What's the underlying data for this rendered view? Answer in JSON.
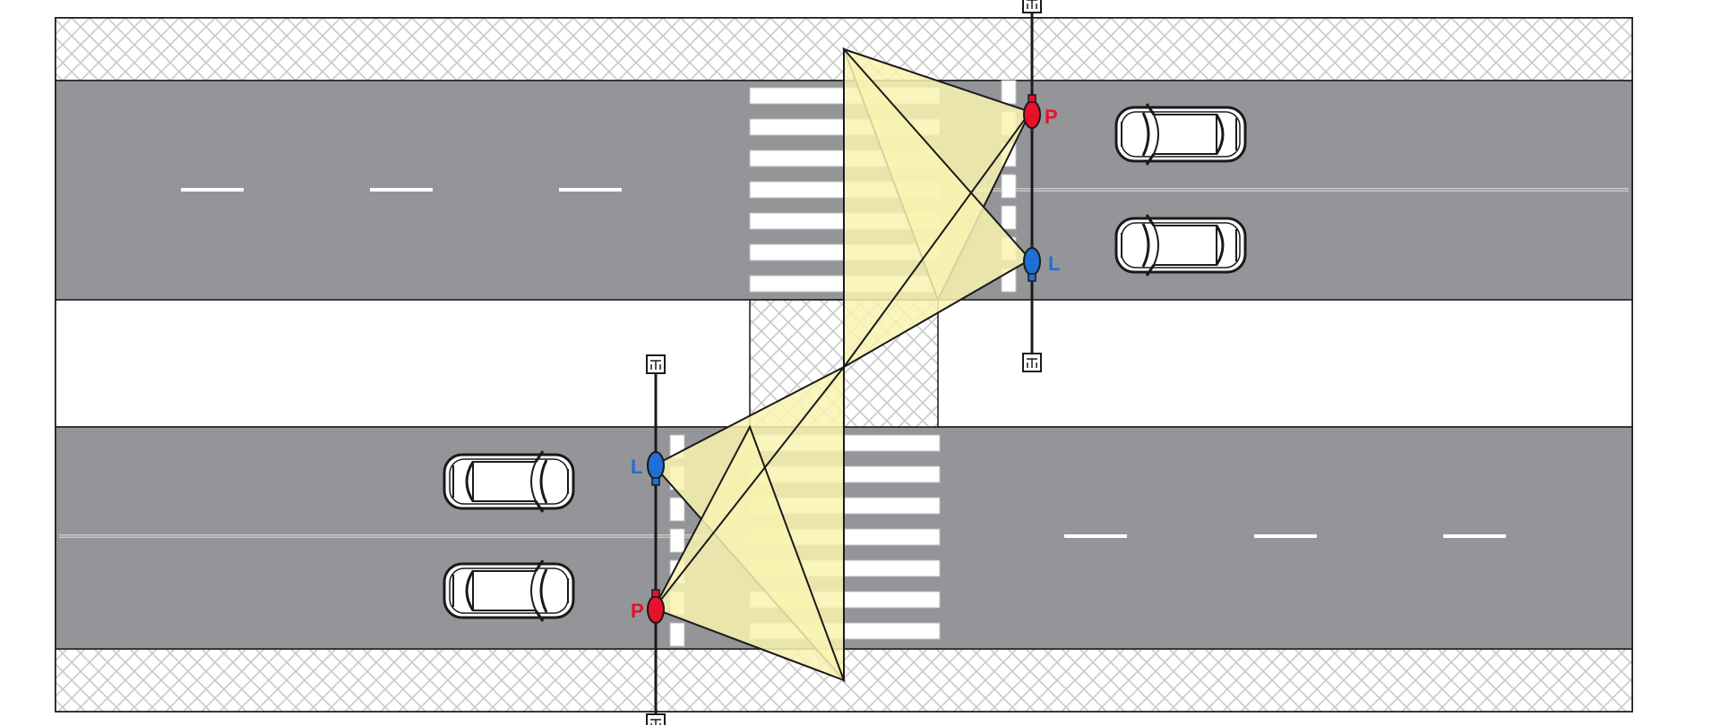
{
  "colors": {
    "road": "#939598",
    "sidewalk": "#ffffff",
    "hatch": "#c9c9c9",
    "stripe": "#ffffff",
    "light_cone": "#f8f3b0",
    "light_cone_edge": "#1a1a1a",
    "primary_lamp": "#e8102a",
    "left_lamp": "#1f6fd6",
    "outline": "#1a1a1a"
  },
  "lamps": {
    "top_right_primary": {
      "label": "P",
      "icon": "streetlamp-icon"
    },
    "top_right_left": {
      "label": "L",
      "icon": "streetlamp-icon"
    },
    "bottom_left_left": {
      "label": "L",
      "icon": "streetlamp-icon"
    },
    "bottom_left_primary": {
      "label": "P",
      "icon": "streetlamp-icon"
    }
  },
  "vehicles": {
    "count_top_right": 2,
    "count_bottom_left": 2,
    "icon": "car-icon"
  },
  "crossings": {
    "stripes_per_crossing": 7
  }
}
